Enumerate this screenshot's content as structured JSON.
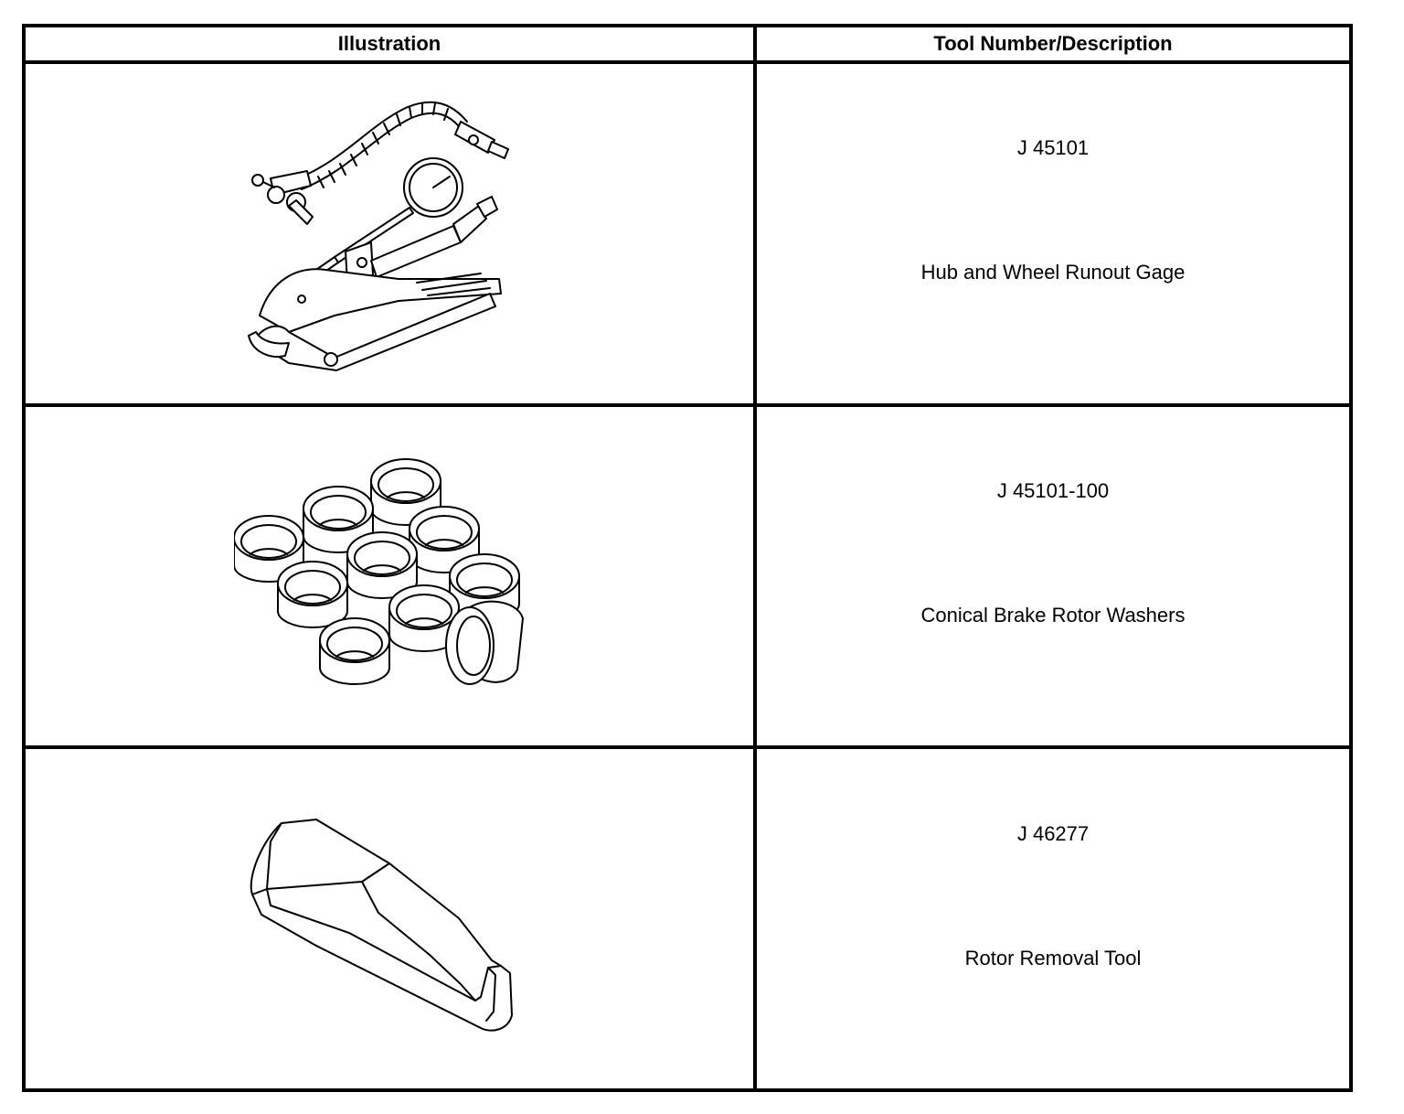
{
  "table": {
    "headers": {
      "illustration": "Illustration",
      "description": "Tool Number/Description"
    },
    "rows": [
      {
        "tool_number": "J 45101",
        "description": "Hub and Wheel Runout Gage",
        "illustration_icon": "runout-gage-icon"
      },
      {
        "tool_number": "J 45101-100",
        "description": "Conical Brake Rotor Washers",
        "illustration_icon": "rotor-washers-icon"
      },
      {
        "tool_number": "J 46277",
        "description": "Rotor Removal Tool",
        "illustration_icon": "rotor-removal-tool-icon"
      }
    ]
  }
}
